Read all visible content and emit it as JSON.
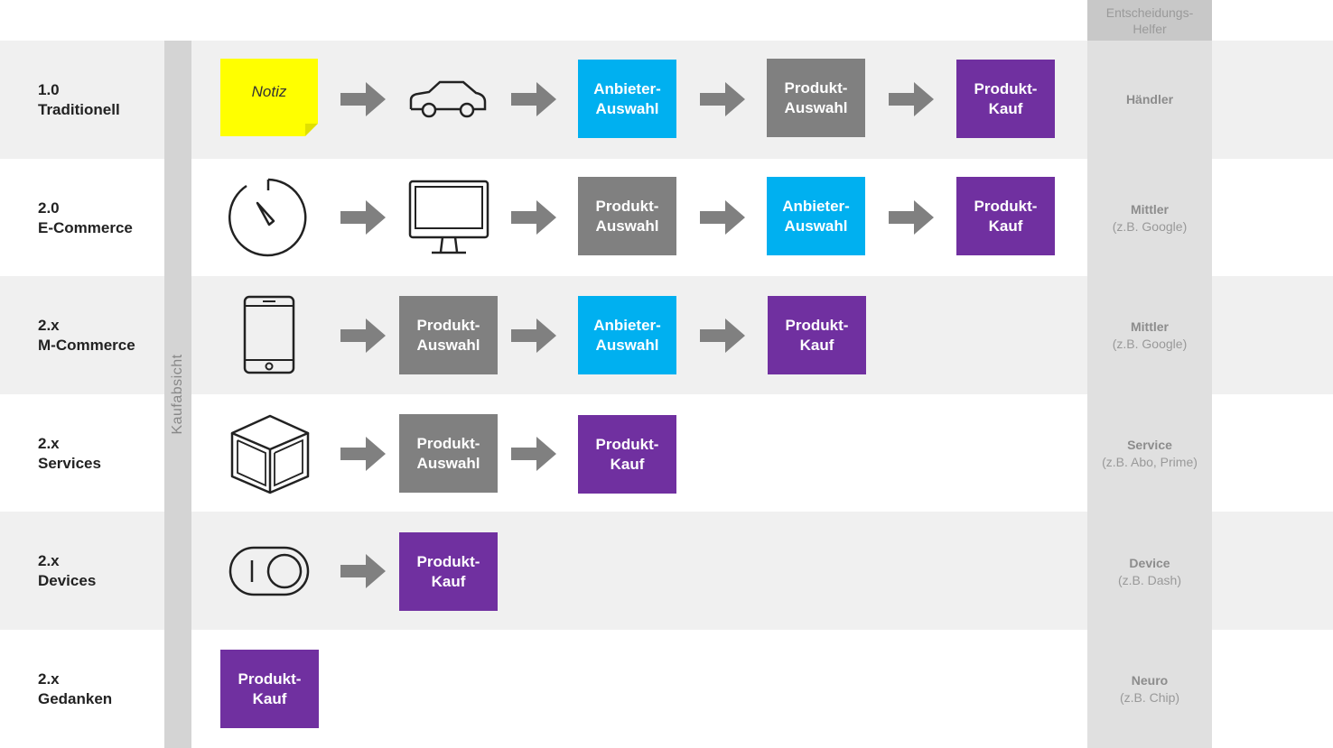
{
  "helper_header": "Entscheidungs-\nHelfer",
  "spine_label": "Kaufabsicht",
  "colors": {
    "anbieter": "#00b0f0",
    "produkt_auswahl": "#808080",
    "produkt_kauf": "#7030a0",
    "note": "#ffff00"
  },
  "rows": [
    {
      "num": "1.0",
      "name": "Traditionell",
      "helper_title": "Händler",
      "helper_sub": "",
      "note": "Notiz",
      "icons": [
        "note-icon",
        "car-icon"
      ],
      "boxes": [
        "Anbieter-\nAuswahl",
        "Produkt-\nAuswahl",
        "Produkt-\nKauf"
      ]
    },
    {
      "num": "2.0",
      "name": "E-Commerce",
      "helper_title": "Mittler",
      "helper_sub": "(z.B. Google)",
      "icons": [
        "stopwatch-icon",
        "monitor-icon"
      ],
      "boxes": [
        "Produkt-\nAuswahl",
        "Anbieter-\nAuswahl",
        "Produkt-\nKauf"
      ]
    },
    {
      "num": "2.x",
      "name": "M-Commerce",
      "helper_title": "Mittler",
      "helper_sub": "(z.B. Google)",
      "icons": [
        "smartphone-icon"
      ],
      "boxes": [
        "Produkt-\nAuswahl",
        "Anbieter-\nAuswahl",
        "Produkt-\nKauf"
      ]
    },
    {
      "num": "2.x",
      "name": "Services",
      "helper_title": "Service",
      "helper_sub": "(z.B. Abo, Prime)",
      "icons": [
        "box-icon"
      ],
      "boxes": [
        "Produkt-\nAuswahl",
        "Produkt-\nKauf"
      ]
    },
    {
      "num": "2.x",
      "name": "Devices",
      "helper_title": "Device",
      "helper_sub": "(z.B. Dash)",
      "icons": [
        "toggle-switch-icon"
      ],
      "boxes": [
        "Produkt-\nKauf"
      ]
    },
    {
      "num": "2.x",
      "name": "Gedanken",
      "helper_title": "Neuro",
      "helper_sub": "(z.B. Chip)",
      "icons": [],
      "boxes": [
        "Produkt-\nKauf"
      ]
    }
  ]
}
